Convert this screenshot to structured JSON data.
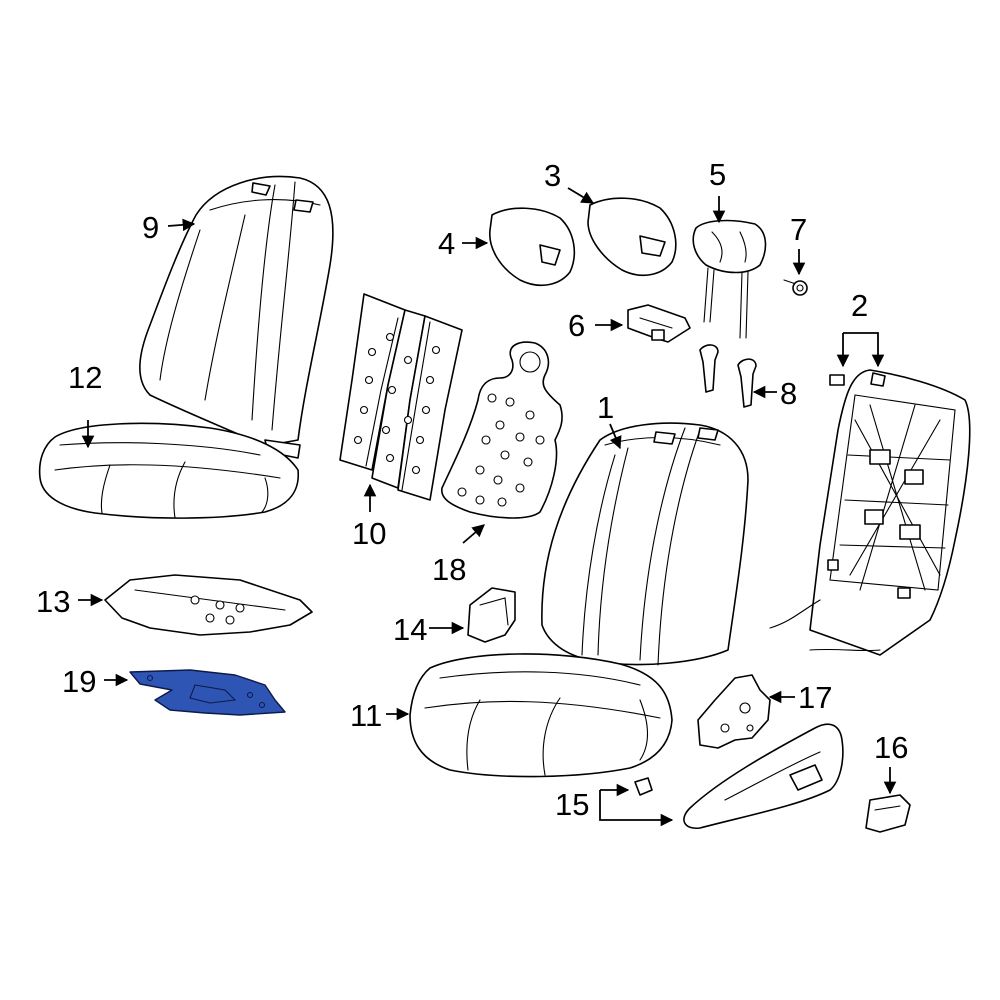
{
  "callouts": {
    "c1": "1",
    "c2": "2",
    "c3": "3",
    "c4": "4",
    "c5": "5",
    "c6": "6",
    "c7": "7",
    "c8": "8",
    "c9": "9",
    "c10": "10",
    "c11": "11",
    "c12": "12",
    "c13": "13",
    "c14": "14",
    "c15": "15",
    "c16": "16",
    "c17": "17",
    "c18": "18",
    "c19": "19"
  },
  "colors": {
    "line": "#000000",
    "background": "#ffffff",
    "highlight": "#2f55b4"
  }
}
